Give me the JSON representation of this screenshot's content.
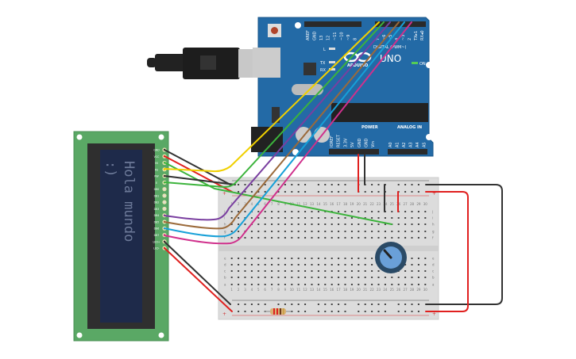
{
  "lcd": {
    "line1": "Hola mundo",
    "line2": ":)",
    "pins": [
      "GND",
      "VCC",
      "V0",
      "RS",
      "RW",
      "E",
      "DB0",
      "DB1",
      "DB2",
      "DB3",
      "DB4",
      "DB5",
      "DB6",
      "DB7",
      "LED+",
      "LED-"
    ],
    "colors": {
      "board": "#5aa865",
      "bezel": "#2f2f2f",
      "screen": "#1e2a4a",
      "text": "#6d7a99"
    }
  },
  "arduino": {
    "brand": "ARDUINO",
    "model": "UNO",
    "digital_label": "DIGITAL (PWM~)",
    "power_label": "POWER",
    "analog_label": "ANALOG IN",
    "on_label": "ON",
    "led_labels": [
      "L",
      "TX",
      "RX"
    ],
    "digital_pins": [
      "AREF",
      "GND",
      "13",
      "12",
      "~11",
      "~10",
      "~9",
      "8",
      "7",
      "~6",
      "~5",
      "4",
      "~3",
      "2",
      "TX▸1",
      "RX◂0"
    ],
    "power_pins": [
      "IOREF",
      "RESET",
      "3.3V",
      "5V",
      "GND",
      "GND",
      "Vin"
    ],
    "analog_pins": [
      "A0",
      "A1",
      "A2",
      "A3",
      "A4",
      "A5"
    ],
    "color": "#236aa6"
  },
  "breadboard": {
    "columns": [
      "1",
      "2",
      "3",
      "4",
      "5",
      "6",
      "7",
      "8",
      "9",
      "10",
      "11",
      "12",
      "13",
      "14",
      "15",
      "16",
      "17",
      "18",
      "19",
      "20",
      "21",
      "22",
      "23",
      "24",
      "25",
      "26",
      "27",
      "28",
      "29",
      "30"
    ],
    "top_rows": [
      "j",
      "i",
      "h",
      "g",
      "f"
    ],
    "bottom_rows": [
      "e",
      "d",
      "c",
      "b",
      "a"
    ],
    "rail_plus": "+",
    "rail_minus": "-"
  },
  "wire_colors": {
    "black": "#333333",
    "red": "#e0201f",
    "green": "#3cb43c",
    "yellow": "#f0d000",
    "purple": "#7a3fa0",
    "brown": "#9b6a3a",
    "blue": "#17a0d8",
    "magenta": "#d0308c"
  }
}
